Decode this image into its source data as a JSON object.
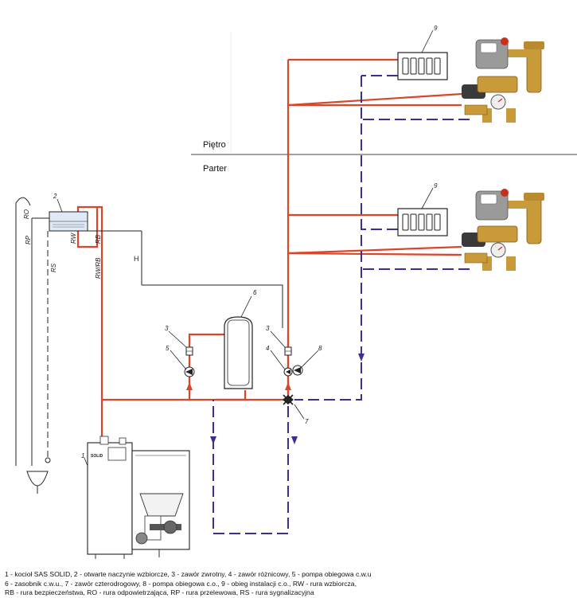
{
  "zones": {
    "upper": "Piętro",
    "lower": "Parter"
  },
  "numbers": {
    "n1": "1",
    "n2": "2",
    "n3a": "3",
    "n3b": "3",
    "n4": "4",
    "n5": "5",
    "n6": "6",
    "n7": "7",
    "n8": "8",
    "n9a": "9",
    "n9b": "9"
  },
  "pipes": {
    "RO": "RO",
    "RP": "RP",
    "RS": "RS",
    "RW": "RW",
    "RB": "RB",
    "RWRB": "RW/RB",
    "H": "H"
  },
  "boiler": {
    "brand": "SOLID"
  },
  "legend": {
    "line1": "1 - kocioł SAS SOLID, 2 - otwarte naczynie wzbiorcze, 3 - zawór zwrotny, 4 - zawór różnicowy, 5 - pompa obiegowa c.w.u",
    "line2": "6 - zasobnik c.w.u., 7 - zawór czterodrogowy, 8 - pompa obiegowa c.o., 9 - obieg instalacji c.o., RW - rura wzbiorcza,",
    "line3": "RB - rura bezpieczeństwa, RO - rura odpowietrzająca, RP - rura przelewowa, RS - rura sygnalizacyjna"
  },
  "colors": {
    "supply": "#d9462a",
    "return": "#3b2f8f",
    "line": "#222222",
    "brass": "#c99a3a"
  }
}
